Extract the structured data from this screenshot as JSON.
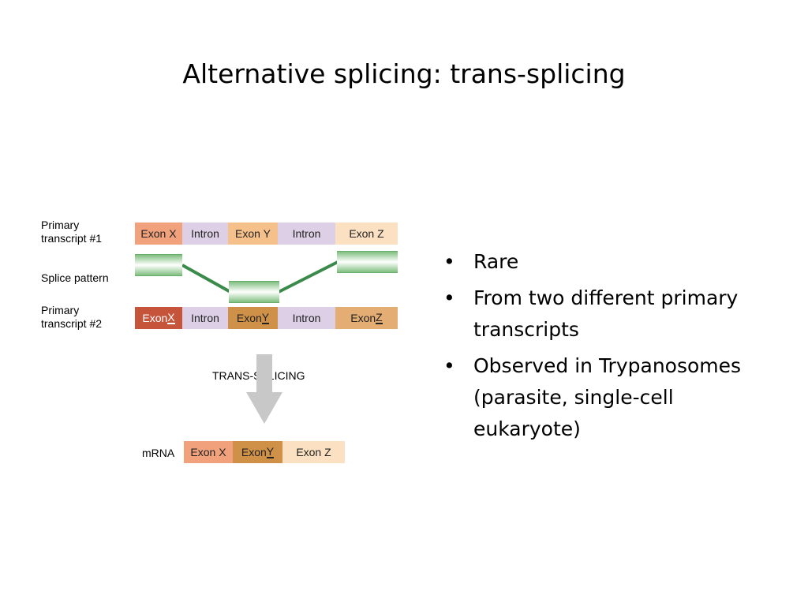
{
  "slide": {
    "title": "Alternative splicing: trans-splicing"
  },
  "diagram": {
    "label_primary_1": "Primary\ntranscript #1",
    "label_splice": "Splice pattern",
    "label_primary_2": "Primary\ntranscript #2",
    "arrow_label": "TRANS-SPLICING",
    "label_mrna": "mRNA",
    "transcript1": [
      {
        "text": "Exon X",
        "color": "#f1a17c"
      },
      {
        "text": "Intron",
        "color": "#ddd0e6"
      },
      {
        "text": "Exon Y",
        "color": "#f6c08a"
      },
      {
        "text": "Intron",
        "color": "#ddd0e6"
      },
      {
        "text": "Exon Z",
        "color": "#fbe1c2"
      }
    ],
    "transcript2": [
      {
        "prefix": "Exon ",
        "letter": "X",
        "color": "#c5543a",
        "text_color": "#ffffff"
      },
      {
        "text": "Intron",
        "color": "#ddd0e6"
      },
      {
        "prefix": "Exon ",
        "letter": "Y",
        "color": "#cf9148"
      },
      {
        "text": "Intron",
        "color": "#ddd0e6"
      },
      {
        "prefix": "Exon ",
        "letter": "Z",
        "color": "#e3ad74"
      }
    ],
    "mrna": [
      {
        "text": "Exon X",
        "color": "#f1a17c"
      },
      {
        "prefix": "Exon ",
        "letter": "Y",
        "color": "#cf9148"
      },
      {
        "text": "Exon Z",
        "color": "#fbe1c2"
      }
    ],
    "splice_line_color": "#3a8a4a",
    "arrow_color": "#c8c8c8"
  },
  "bullets": [
    {
      "symbol": "•",
      "text": "Rare"
    },
    {
      "symbol": "•",
      "text": "From two different primary transcripts"
    },
    {
      "symbol": "•",
      "text": "Observed in Trypanosomes (parasite, single-cell eukaryote)"
    }
  ]
}
